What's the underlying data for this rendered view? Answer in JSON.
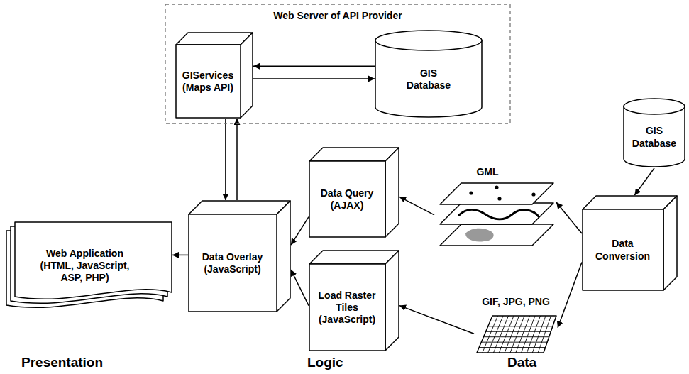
{
  "diagram": {
    "nodes": [
      {
        "text": [
          "Web Server of API Provider"
        ]
      },
      {
        "text": [
          "GIServices (Maps API)"
        ],
        "in": 0
      },
      {
        "text": [
          "GIS Database"
        ],
        "in": 0
      },
      {
        "text": [
          "Web Application (HTML, JavaScript, ASP, PHP)"
        ]
      },
      {
        "text": [
          "Data Overlay (JavaScript)"
        ]
      },
      {
        "text": [
          "Data Query (AJAX)"
        ]
      },
      {
        "text": [
          "Load Raster Tiles (JavaScript)"
        ]
      },
      {
        "text": [
          "GIS Database"
        ]
      },
      {
        "text": [
          "Data Conversion"
        ]
      },
      {
        "text": [
          "GML"
        ]
      },
      {
        "text": [
          "GIF, JPG, PNG"
        ]
      }
    ],
    "edges": [
      {
        "from": 1,
        "to": 2,
        "arrow": "to"
      },
      {
        "from": 2,
        "to": 1,
        "arrow": "to"
      },
      {
        "from": 4,
        "to": 1,
        "arrow": "to"
      },
      {
        "from": 1,
        "to": 4,
        "arrow": "to"
      },
      {
        "from": 4,
        "to": 3,
        "arrow": "to"
      },
      {
        "from": 5,
        "to": 4,
        "arrow": "to"
      },
      {
        "from": 6,
        "to": 4,
        "arrow": "to"
      },
      {
        "from": 7,
        "to": 8,
        "arrow": "to"
      },
      {
        "from": 8,
        "to": 9,
        "arrow": "to"
      },
      {
        "from": 9,
        "to": 5,
        "arrow": "to"
      },
      {
        "from": 8,
        "to": 10,
        "arrow": "to"
      },
      {
        "from": 10,
        "to": 6,
        "arrow": "to"
      }
    ],
    "labels": [
      "Presentation",
      "Logic",
      "Data"
    ]
  }
}
